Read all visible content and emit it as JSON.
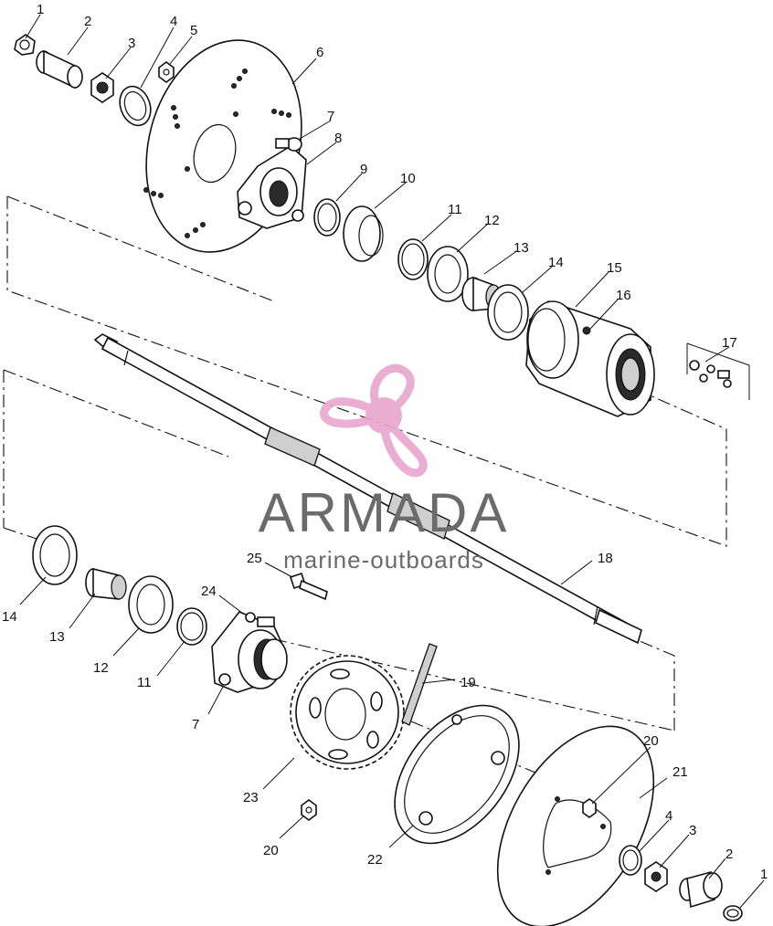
{
  "watermark": {
    "brand": "ARMADA",
    "tagline": "marine-outboards",
    "logo_color": "#e9a6cf",
    "text_color": "#6b6b6b"
  },
  "callouts": [
    "1",
    "2",
    "3",
    "4",
    "5",
    "6",
    "7",
    "8",
    "9",
    "10",
    "11",
    "12",
    "13",
    "14",
    "15",
    "16",
    "17",
    "18",
    "11",
    "12",
    "13",
    "14",
    "24",
    "25",
    "7",
    "23",
    "20",
    "19",
    "22",
    "20",
    "21",
    "4",
    "3",
    "2",
    "1"
  ]
}
